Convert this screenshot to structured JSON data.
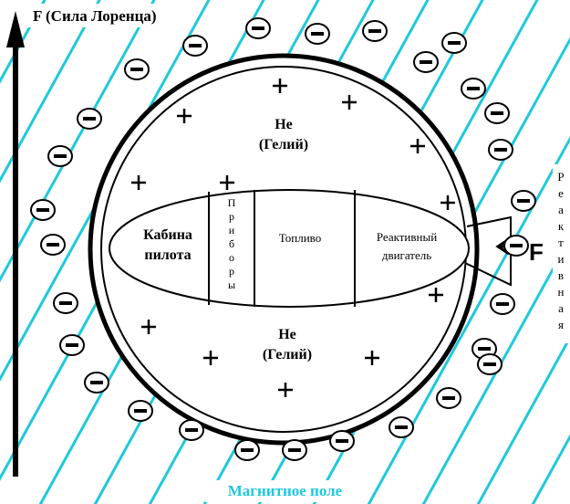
{
  "title": "F (Сила Лоренца)",
  "bottom_label": "Магнитное поле",
  "right_label": "Реактивная",
  "force_label": "F",
  "he_top": [
    "Не",
    "(Гелий)"
  ],
  "he_bottom": [
    "Не",
    "(Гелий)"
  ],
  "compartments": {
    "cabin": [
      "Кабина",
      "пилота"
    ],
    "instruments": "Приборы",
    "fuel": "Топливо",
    "engine": [
      "Реактивный",
      "двигатель"
    ]
  },
  "signs": {
    "plus": "+",
    "minus": "−"
  },
  "colors": {
    "field_lines": "#1fc8dc",
    "ink": "#000000"
  }
}
